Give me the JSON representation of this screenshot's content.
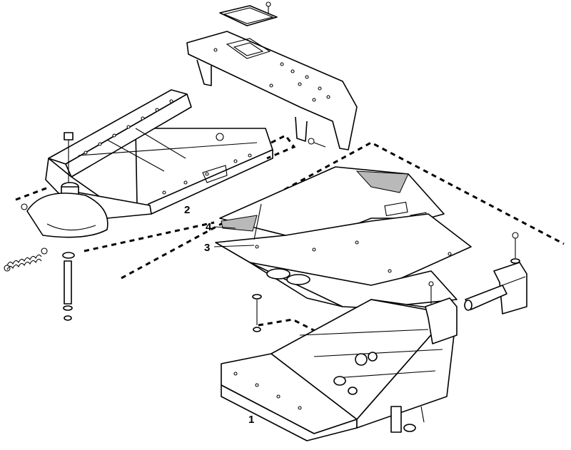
{
  "callouts": {
    "c1": "1",
    "c2": "2",
    "c3": "3",
    "c4": "4"
  },
  "colors": {
    "line": "#000000",
    "background": "#ffffff",
    "shading": "#b9b9b9"
  }
}
